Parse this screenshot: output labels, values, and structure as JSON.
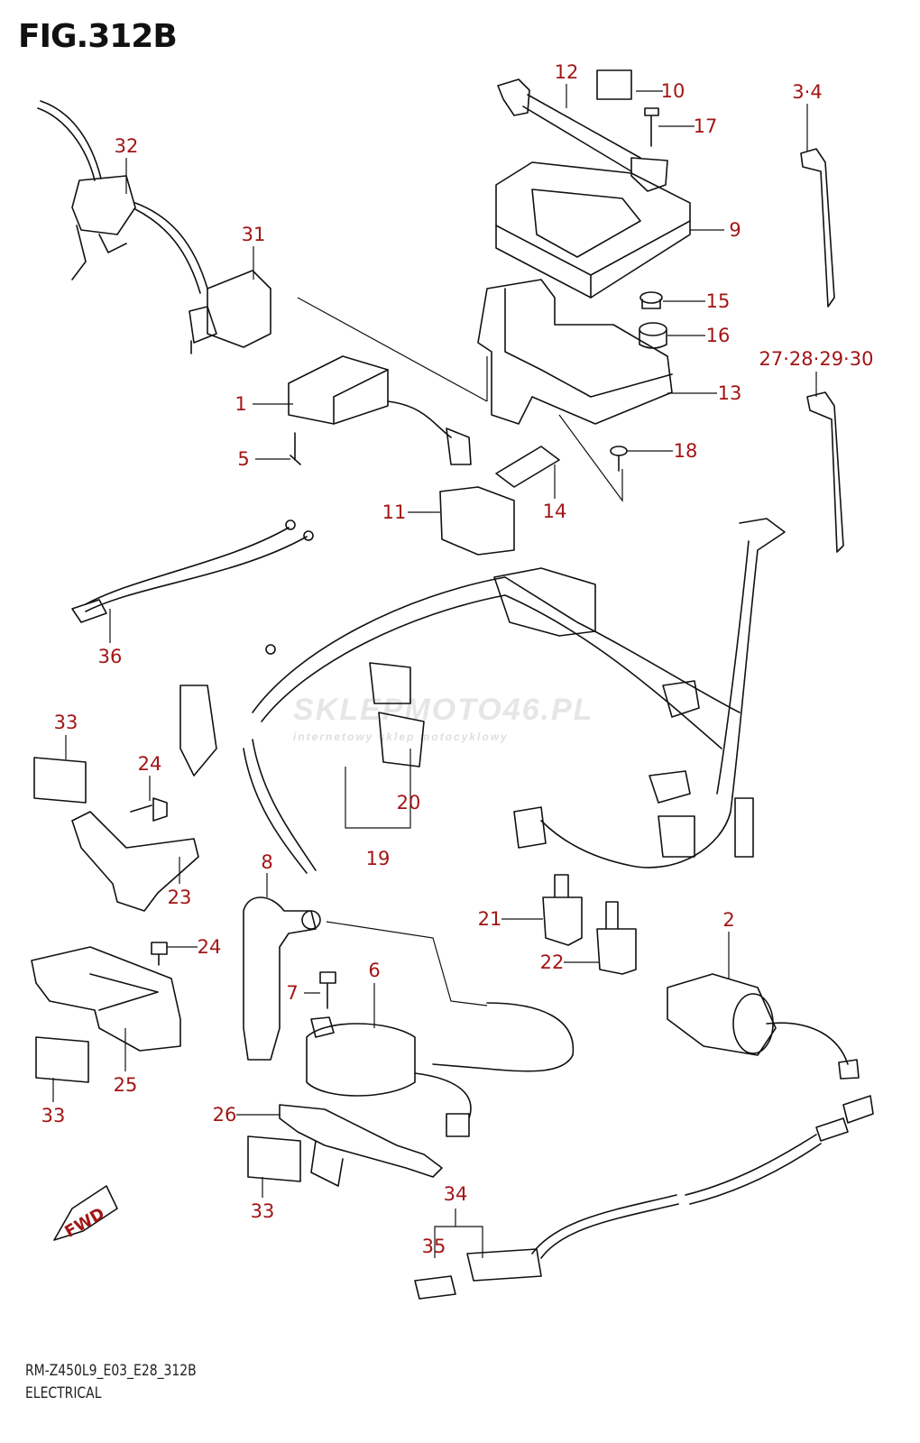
{
  "figure_title": "FIG.312B",
  "diagram_code": "RM-Z450L9_E03_E28_312B",
  "category": "ELECTRICAL",
  "watermark": {
    "main": "SKLEPMOTO46.PL",
    "sub": "internetowy sklep motocyklowy"
  },
  "fwd_label": "FWD",
  "label_color": "#a31515",
  "callouts": [
    "32",
    "31",
    "1",
    "5",
    "12",
    "10",
    "17",
    "9",
    "15",
    "16",
    "13",
    "18",
    "14",
    "11",
    "3·4",
    "27·28·29·30",
    "36",
    "33",
    "24",
    "20",
    "19",
    "23",
    "8",
    "2",
    "21",
    "22",
    "24",
    "6",
    "7",
    "25",
    "33",
    "26",
    "33",
    "34",
    "35"
  ]
}
